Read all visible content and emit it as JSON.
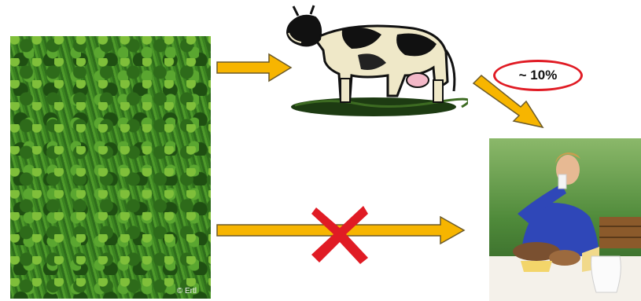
{
  "diagram": {
    "grass_photo_credit": "© Ertl",
    "efficiency_label": "~ 10%",
    "colors": {
      "arrow_fill": "#f7b500",
      "arrow_stroke": "#6b5a2a",
      "cross": "#e01b24",
      "badge_border": "#e01b24"
    },
    "icons": {
      "top_arrow": "right-arrow",
      "diagonal_arrow": "diagonal-down-right-arrow",
      "bottom_arrow": "long-right-arrow",
      "cross": "x-cross"
    }
  }
}
